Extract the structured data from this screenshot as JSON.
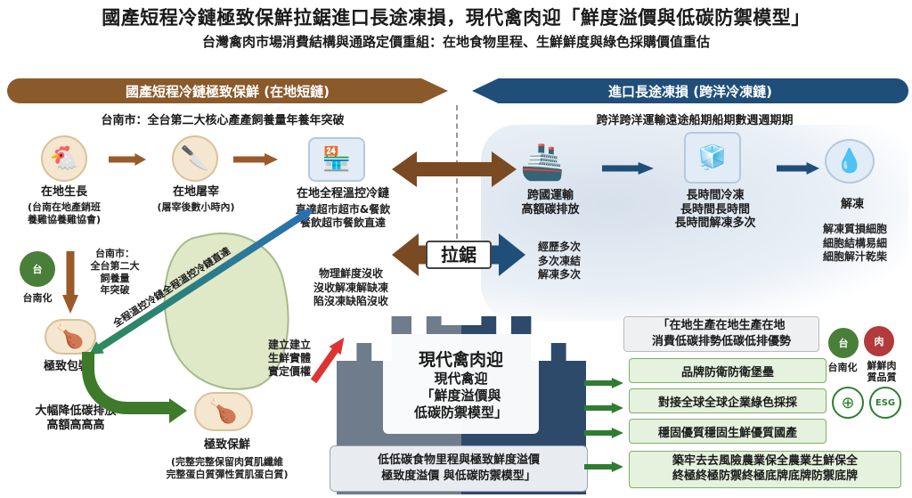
{
  "header": {
    "title": "國產短程冷鏈極致保鮮拉鋸進口長途凍損，現代禽肉迎「鮮度溢價與低碳防禦模型」",
    "subtitle": "台灣禽肉市場消費結構與通路定價重組：在地食物里程、生鮮鮮度與綠色採購價值重估"
  },
  "left": {
    "banner": "國產短程冷鏈極致保鮮 (在地短鏈)",
    "heading": "台南市：全台第二大核心產產飼養量年養年突破",
    "step1": {
      "label": "在地生長",
      "sub": "(台南在地產銷班\n養雞協養雞協會)",
      "icon": "chicken-icon"
    },
    "step2": {
      "label": "在地屠宰",
      "sub": "(屠宰後數小時內)",
      "icon": "butcher-icon"
    },
    "step3": {
      "label": "在地全程溫控冷鏈",
      "sub": "直達超市超市&餐飲\n餐飲超市餐飲直達",
      "icon": "store-truck-icon"
    },
    "side_note": "台南市：\n全台第二大\n飼養量\n年突破",
    "tainan_logo_label": "台南化",
    "diagonal_label": "全程溫控冷鏈全程溫控冷鏈直達",
    "step4": {
      "label": "極致包裝",
      "icon": "packaged-chicken-icon"
    },
    "emission_note": "大幅降低碳排放\n高額高高高",
    "step5": {
      "label": "極致保鮮",
      "sub": "(完整完整保留肉質肌纖維\n完整蛋白質彈性質肌蛋白質)",
      "icon": "roast-chicken-icon"
    },
    "freshness_note": "物理鮮度沒收\n沒收解凍解缺凍\n陷沒凍缺陷沒收",
    "price_note": "建立建立\n生鮮實體\n實定價權"
  },
  "right": {
    "banner": "進口長途凍損 (跨洋冷凍鏈)",
    "heading": "跨洋跨洋運輸遠途船期船期數週週期期",
    "step1": {
      "label": "跨國運輸\n高額碳排放",
      "icon": "cargo-ship-icon"
    },
    "step2": {
      "label": "長時間冷凍\n長時間長時間\n長時間解凍多次",
      "icon": "frozen-chicken-icon"
    },
    "step3": {
      "label": "解凍",
      "sub": "解凍質損細胞\n細胞結構易細\n細胞解汁乾柴",
      "icon": "thawed-chicken-icon"
    },
    "thaw_note": "經歷多次\n多次凍結\n解凍多次"
  },
  "center": {
    "tug_label": "拉鋸",
    "castle_title": "現代禽肉迎",
    "castle_sub": "現代禽迎\n「鮮度溢價與\n低碳防禦模型」",
    "bottom_box": "低低碳食物里程與極致鮮度溢價\n極致度溢價 與低碳防禦模型」"
  },
  "benefits": {
    "quote": "「在地生產在地生產在地\n消費低碳排勢低碳低排優勢",
    "badge1_label": "台南化",
    "badge2_label": "鮮鮮肉\n質品質",
    "items": [
      "品牌防衛防衛堡壘",
      "對接全球全球企業綠色採採",
      "穩固優質穩固生鮮優質國產",
      "築牢去去風險農業保全農業生鮮保全\n終極終極防禦終極底牌底牌防禦底牌"
    ],
    "esg_label": "ESG"
  },
  "colors": {
    "brown": "#8a5a2b",
    "navy": "#1f4e79",
    "green": "#2e7d32",
    "red": "#d33333"
  }
}
